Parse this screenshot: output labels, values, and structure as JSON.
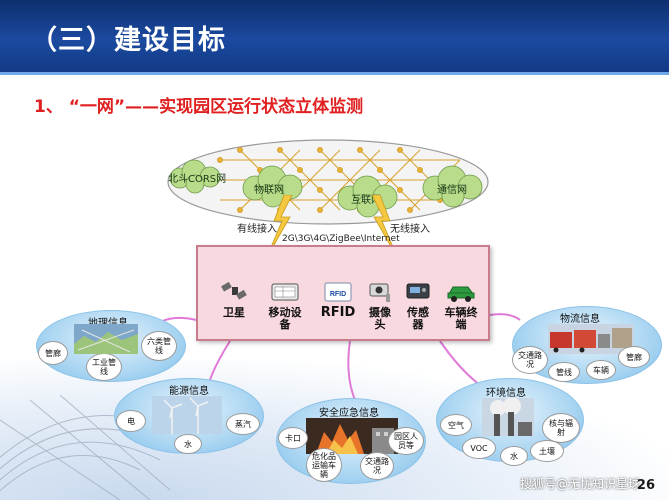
{
  "header": {
    "title": "（三）建设目标"
  },
  "subtitle": "1、 “一网”——实现园区运行状态立体监测",
  "networks": {
    "clouds": [
      "北斗CORS网",
      "物联网",
      "互联网",
      "通信网"
    ],
    "wired_label": "有线接入",
    "wireless_label": "无线接入",
    "protocol_label": "2G\\3G\\4G\\ZigBee\\Internet"
  },
  "devices": [
    {
      "label": "卫星",
      "icon": "satellite-icon"
    },
    {
      "label": "移动设\n备",
      "icon": "mobile-device-icon"
    },
    {
      "label": "RFID",
      "icon": "rfid-icon",
      "badge": "RFID"
    },
    {
      "label": "摄像\n头",
      "icon": "camera-icon"
    },
    {
      "label": "传感\n器",
      "icon": "sensor-icon"
    },
    {
      "label": "车辆终\n端",
      "icon": "vehicle-terminal-icon"
    }
  ],
  "categories": [
    {
      "title": "地理信息",
      "items": [
        "管廊",
        "六类管\n线",
        "工业管\n线"
      ]
    },
    {
      "title": "能源信息",
      "items": [
        "电",
        "蒸汽",
        "水"
      ]
    },
    {
      "title": "安全应急信息",
      "items": [
        "卡口",
        "危化品\n运输车\n辆",
        "园区人\n员等",
        "交通路\n况"
      ]
    },
    {
      "title": "环境信息",
      "items": [
        "空气",
        "核与辐\n射",
        "VOC",
        "水",
        "土壤"
      ]
    },
    {
      "title": "物流信息",
      "items": [
        "交通路\n况",
        "管廊",
        "管线",
        "车辆"
      ]
    }
  ],
  "page_number": "26",
  "watermark": "搜狐号@无忧知识星球",
  "colors": {
    "header": "#1b4aa0",
    "subtitle": "#e02020",
    "box_fill": "#f8d9df",
    "box_border": "#c87c8c",
    "bubble": "#9fd0f0",
    "cloud": "#b8dc8a",
    "arrow": "#f5c842",
    "connector": "#e07ad8"
  }
}
